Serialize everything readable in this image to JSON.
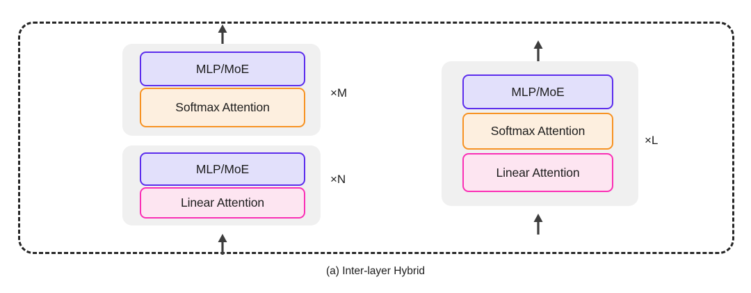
{
  "figure": {
    "caption": "(a) Inter-layer Hybrid",
    "boundary_style": "dashed",
    "colors": {
      "background": "#ffffff",
      "boundary": "#262626",
      "group_fill": "#f0f0f0",
      "mlp_border": "#5b2ced",
      "mlp_fill": "#e2e0fb",
      "softmax_border": "#f79222",
      "softmax_fill": "#fdefdf",
      "linear_border": "#fa2fb5",
      "linear_fill": "#fde5f1",
      "text": "#1c1c1c"
    }
  },
  "stacks": {
    "left_top": {
      "repeat_label": "×M",
      "blocks": [
        {
          "label": "MLP/MoE",
          "kind": "mlp"
        },
        {
          "label": "Softmax Attention",
          "kind": "softmax"
        }
      ]
    },
    "left_bottom": {
      "repeat_label": "×N",
      "blocks": [
        {
          "label": "MLP/MoE",
          "kind": "mlp"
        },
        {
          "label": "Linear Attention",
          "kind": "linear"
        }
      ]
    },
    "right": {
      "repeat_label": "×L",
      "blocks": [
        {
          "label": "MLP/MoE",
          "kind": "mlp"
        },
        {
          "label": "Softmax Attention",
          "kind": "softmax"
        },
        {
          "label": "Linear Attention",
          "kind": "linear"
        }
      ]
    }
  },
  "arrows": {
    "left_input": "up-arrow",
    "left_output": "up-arrow",
    "right_input": "up-arrow",
    "right_output": "up-arrow"
  }
}
